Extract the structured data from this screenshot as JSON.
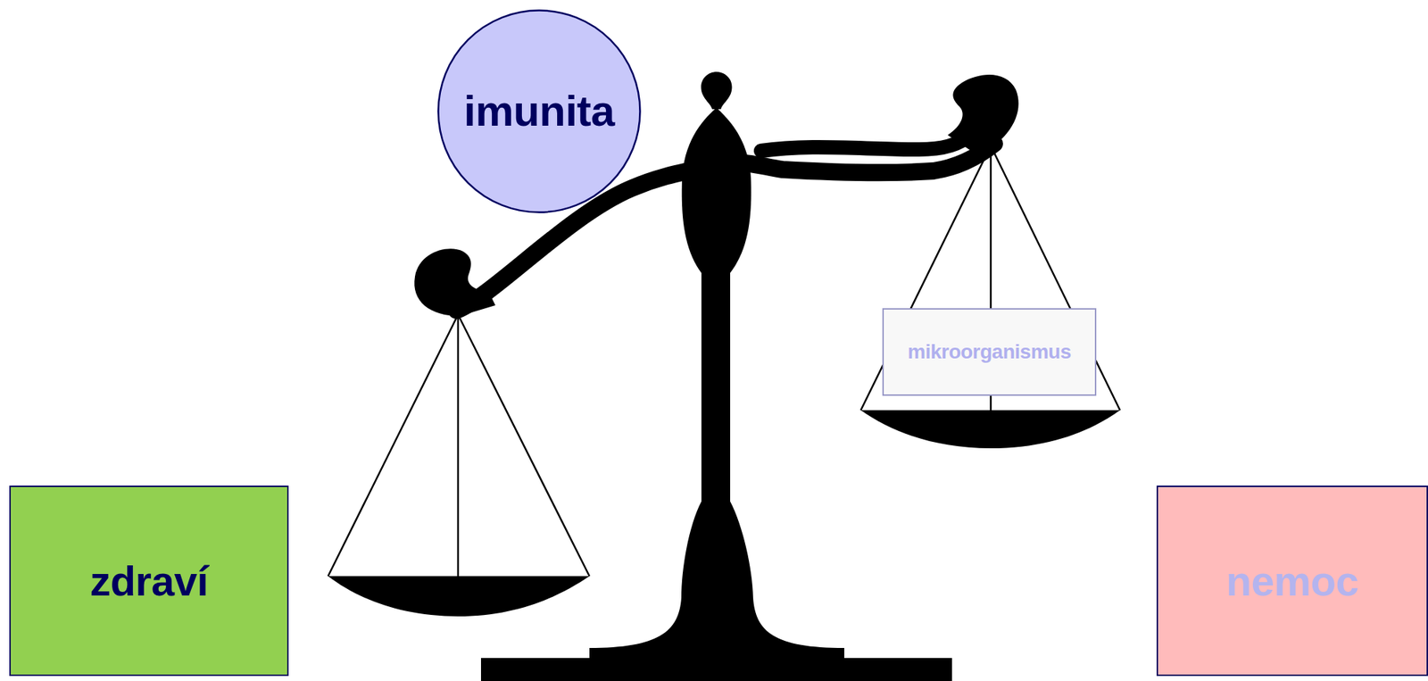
{
  "diagram": {
    "nodes": [
      {
        "text": [
          "imunita"
        ]
      },
      {
        "text": [
          "mikroorganismus"
        ]
      },
      {
        "text": [
          "zdraví"
        ]
      },
      {
        "text": [
          "nemoc"
        ]
      }
    ]
  }
}
